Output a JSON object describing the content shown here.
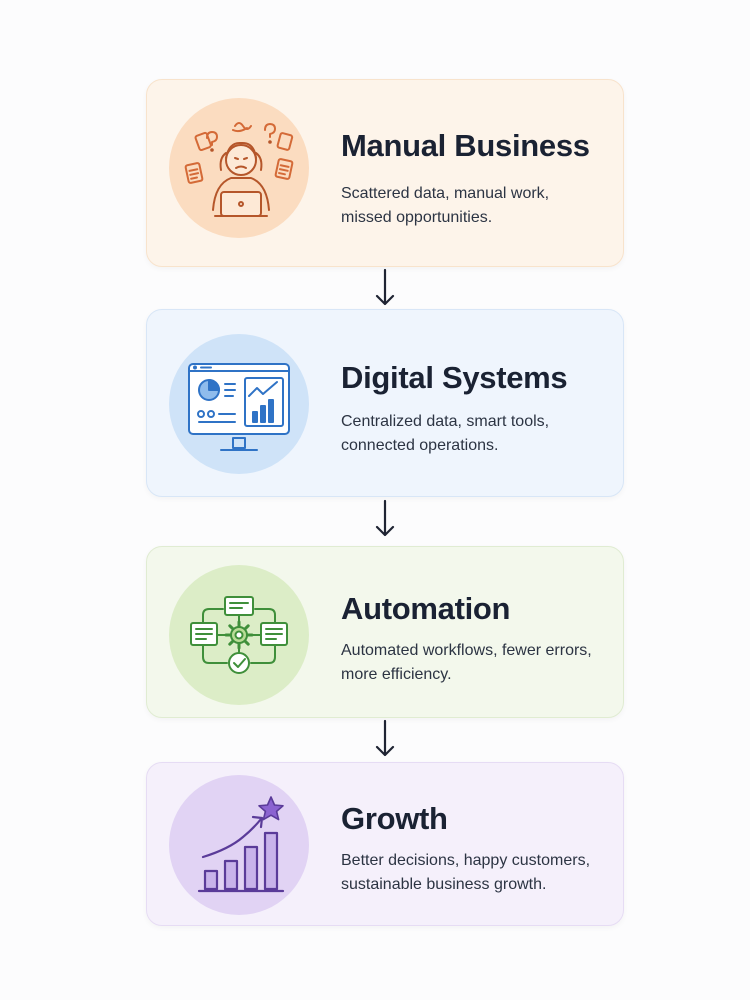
{
  "steps": [
    {
      "title": "Manual Business",
      "description": "Scattered data, manual work, missed opportunities.",
      "icon": "stressed-person-laptop-icon",
      "color": "#fbdcc0"
    },
    {
      "title": "Digital Systems",
      "description": "Centralized data, smart tools, connected operations.",
      "icon": "dashboard-monitor-icon",
      "color": "#cfe3f8"
    },
    {
      "title": "Automation",
      "description": "Automated workflows, fewer errors, more efficiency.",
      "icon": "workflow-gear-icon",
      "color": "#dcedc7"
    },
    {
      "title": "Growth",
      "description": "Better decisions, happy customers, sustainable business growth.",
      "icon": "growth-chart-star-icon",
      "color": "#e1d3f4"
    }
  ],
  "arrow_icon": "arrow-down-icon"
}
